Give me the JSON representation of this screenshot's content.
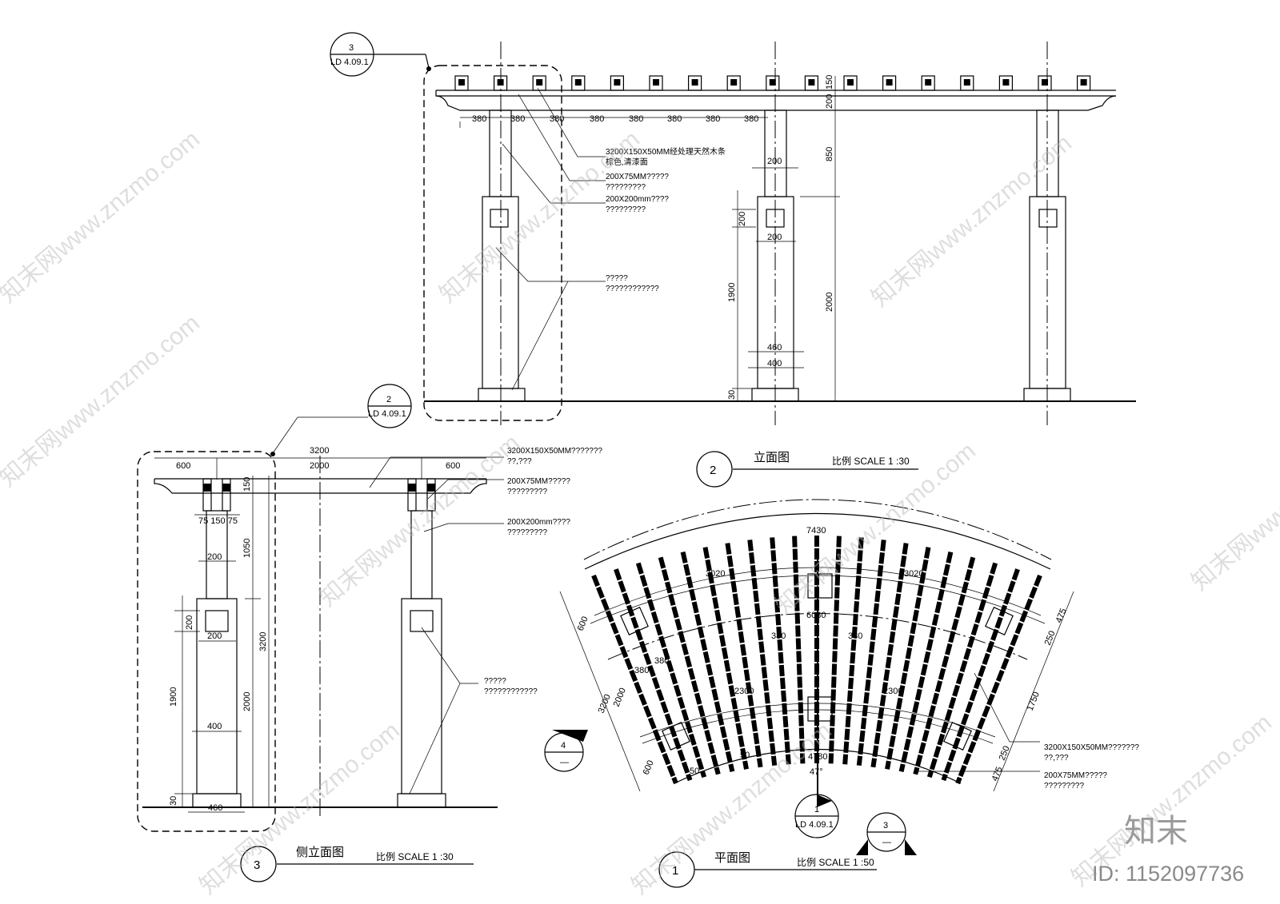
{
  "front_elevation": {
    "title": "立面图",
    "scale": "比例 SCALE 1 :30",
    "number": "2",
    "detail_callout": {
      "number": "3",
      "ref": "LD 4.09.1"
    },
    "dims": {
      "spacing": "380",
      "beam_h": "200",
      "joist_h": "150",
      "upper_col": "850",
      "lower_col": "2000",
      "col_w": "200",
      "sq_h": "200",
      "sq_w": "200",
      "col_h": "1900",
      "base_w": "460",
      "base_inner": "400",
      "base_h": "30"
    },
    "notes": [
      {
        "line1": "3200X150X50MM经处理天然木条",
        "line2": "棕色,清漆面"
      },
      {
        "line1": "200X75MM?????",
        "line2": "?????????"
      },
      {
        "line1": "200X200mm????",
        "line2": "?????????"
      },
      {
        "line1": "?????",
        "line2": "????????????"
      }
    ]
  },
  "side_elevation": {
    "title": "侧立面图",
    "scale": "比例 SCALE 1 :30",
    "number": "3",
    "detail_callout": {
      "number": "2",
      "ref": "LD 4.09.1"
    },
    "dims": {
      "total_w": "3200",
      "inner_w": "2000",
      "overhang_l": "600",
      "overhang_r": "600",
      "beam_h": "150",
      "beam_split": "75 150 75",
      "upper_h": "1050",
      "total_h": "3200",
      "lower_h": "2000",
      "col_w": "200",
      "sq_h": "200",
      "sq_w": "200",
      "col_h": "1900",
      "base_inner": "400",
      "base_w": "460",
      "base_h": "30"
    },
    "notes": [
      {
        "line1": "3200X150X50MM???????",
        "line2": "??,???"
      },
      {
        "line1": "200X75MM?????",
        "line2": "?????????"
      },
      {
        "line1": "200X200mm????",
        "line2": "?????????"
      },
      {
        "line1": "?????",
        "line2": "????????????"
      }
    ]
  },
  "plan": {
    "title": "平面图",
    "scale": "比例 SCALE 1 :50",
    "number": "1",
    "detail_callout": {
      "number": "1",
      "ref": "LD 4.09.1"
    },
    "section_4": "4",
    "section_3": "3",
    "section_dash": "—",
    "dims": {
      "outer_arc": "7430",
      "beam_arc_l": "3020",
      "beam_arc_r": "3020",
      "mid_arc": "6080",
      "sp_a": "380",
      "sp_b": "380",
      "sp_c": "380",
      "sp_d": "380",
      "inner_beam_l": "2300",
      "inner_beam_r": "2300",
      "inner_arc": "4780",
      "angle": "47°",
      "gap_l": "50",
      "gap_r": "50",
      "w_600a": "600",
      "w_2000": "2000",
      "w_3200": "3200",
      "w_600b": "600",
      "r_250a": "250",
      "r_475a": "475",
      "r_1750": "1750",
      "r_250b": "250",
      "r_475b": "475"
    },
    "notes": [
      {
        "line1": "3200X150X50MM???????",
        "line2": "??,???"
      },
      {
        "line1": "200X75MM?????",
        "line2": "?????????"
      }
    ]
  },
  "watermark": {
    "site": "知末网www.znzmo.com",
    "brand": "知末",
    "id": "ID: 1152097736"
  }
}
